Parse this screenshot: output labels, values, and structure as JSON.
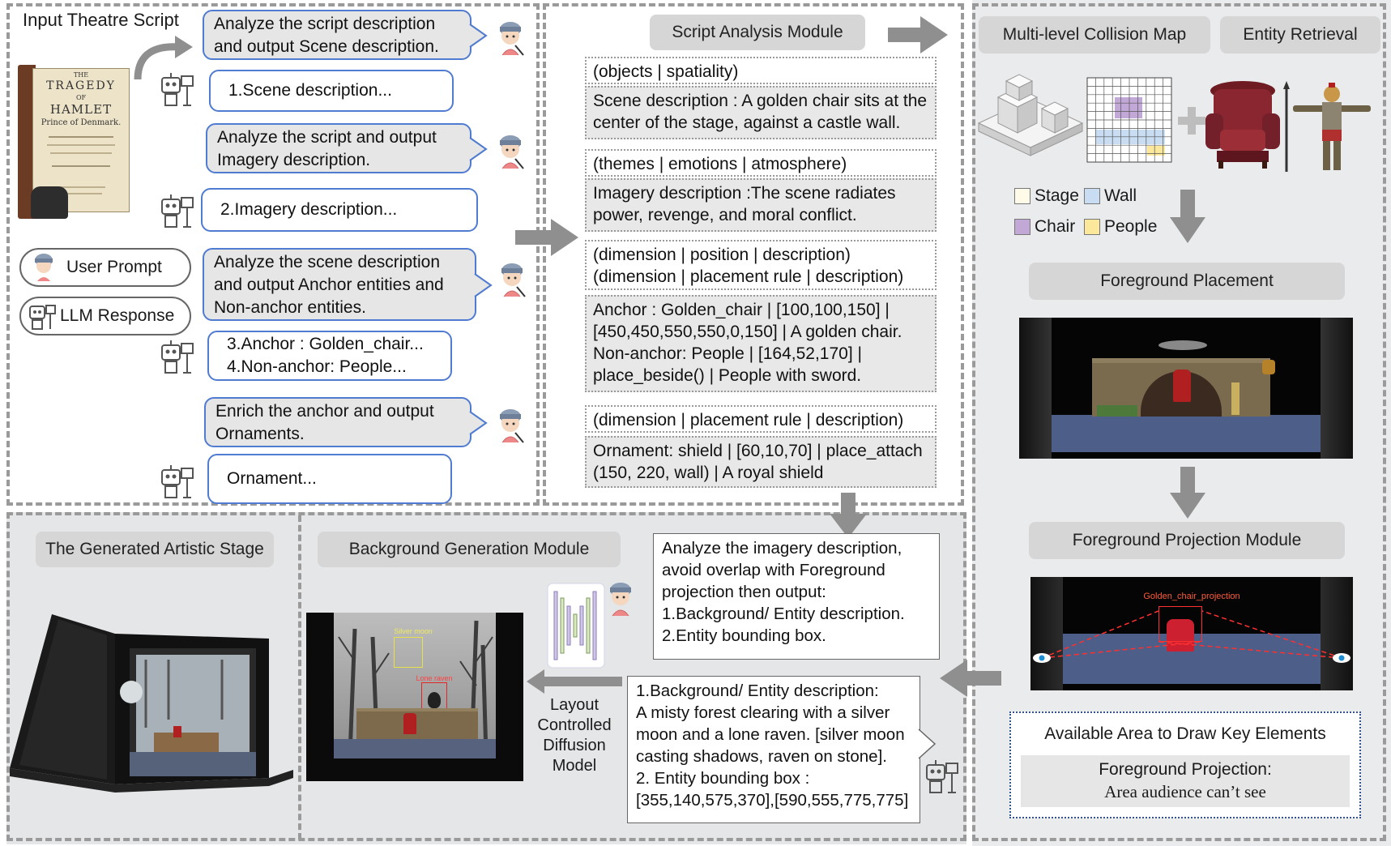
{
  "input_panel": {
    "title": "Input Theatre Script",
    "book": {
      "line1": "THE",
      "line2": "TRAGEDY",
      "line3": "OF",
      "line4": "HAMLET",
      "line5": "Prince of Denmark."
    },
    "bubbles": [
      "Analyze the script description and output Scene description.",
      "Analyze the script and output Imagery description.",
      "Analyze the scene description and output Anchor entities and Non-anchor entities.",
      "Enrich the anchor and output Ornaments."
    ],
    "responses": [
      "1.Scene description...",
      "2.Imagery description...",
      "3.Anchor : Golden_chair...\n4.Non-anchor: People...",
      "Ornament..."
    ],
    "legend": {
      "user": "User Prompt",
      "llm": "LLM Response"
    }
  },
  "analysis_panel": {
    "title": "Script Analysis Module",
    "rows": [
      "(objects | spatiality)",
      "Scene description : A golden chair sits at the center of the stage, against a castle wall.",
      "(themes | emotions | atmosphere)",
      "Imagery description :The scene radiates power, revenge, and moral conflict.",
      "(dimension |  position | description)\n(dimension | placement rule | description)",
      "Anchor : Golden_chair | [100,100,150] |\n[450,450,550,550,0,150] | A golden chair.\nNon-anchor: People | [164,52,170] |\nplace_beside() | People with sword.",
      "(dimension | placement rule | description)",
      "Ornament: shield | [60,10,70] | place_attach\n(150, 220, wall) | A royal shield"
    ]
  },
  "right_panel": {
    "collision_title": "Multi-level Collision Map",
    "retrieval_title": "Entity Retrieval",
    "legend": [
      {
        "label": "Stage",
        "color": "#fffbe8"
      },
      {
        "label": "Wall",
        "color": "#c8dcf2"
      },
      {
        "label": "Chair",
        "color": "#c2a8d6"
      },
      {
        "label": "People",
        "color": "#fbe89a"
      }
    ],
    "foreground_placement": "Foreground Placement",
    "projection_module": "Foreground Projection Module",
    "projection_label": "Golden_chair_projection",
    "available_area_title": "Available Area to Draw Key Elements",
    "projection_caption_1": "Foreground Projection:",
    "projection_caption_2": "Area audience can’t see"
  },
  "bottom_panel": {
    "generated_title": "The Generated Artistic Stage",
    "bg_module_title": "Background Generation Module",
    "silver_moon_label": "Silver moon",
    "lone_raven_label": "Lone raven",
    "model_label": "Layout\nControlled\nDiffusion\nModel",
    "prompt_text": "Analyze the imagery description,\navoid overlap with Foreground\nprojection then output:\n1.Background/ Entity description.\n2.Entity bounding box.",
    "response_text": "1.Background/ Entity description:\nA misty forest clearing with a silver\nmoon and a lone raven. [silver moon\ncasting shadows, raven on stone].\n2. Entity bounding box :\n[355,140,575,370],[590,555,775,775]"
  }
}
